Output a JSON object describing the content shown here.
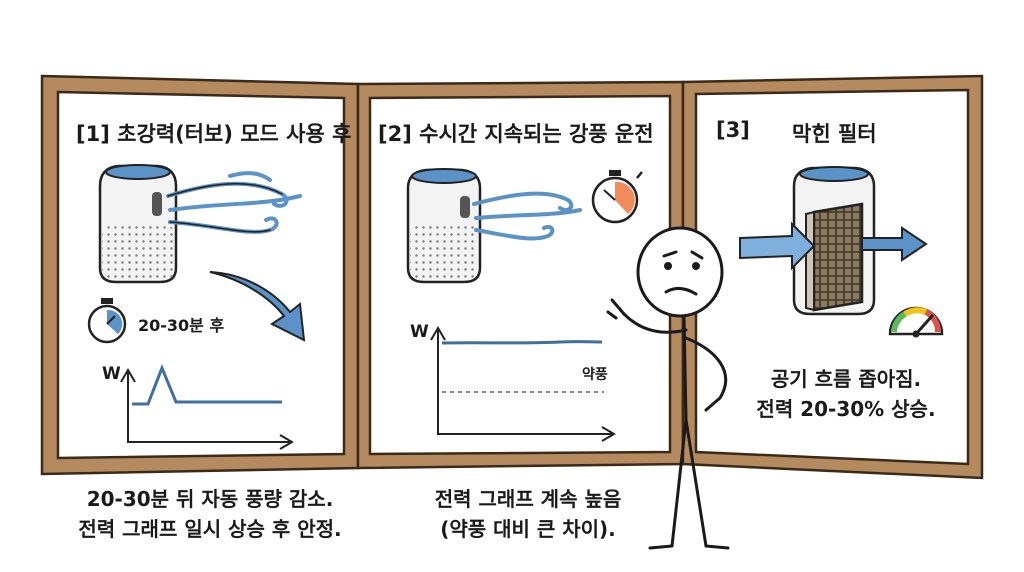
{
  "panels": [
    {
      "title": "[1] 초강력(터보) 모드 사용 후",
      "timer_text": "20-30분 후",
      "axis_label": "W",
      "caption_lines": [
        "20-30분 뒤 자동 풍량 감소.",
        "전력 그래프 일시 상승 후 안정."
      ]
    },
    {
      "title": "[2] 수시간 지속되는 강풍 운전",
      "axis_label": "W",
      "reference_label": "약풍",
      "caption_lines": [
        "전력 그래프 계속 높음",
        "(약풍 대비 큰 차이)."
      ]
    },
    {
      "title_number": "[3]",
      "title": "막힌 필터",
      "caption_lines": [
        "공기 흐름 좁아짐.",
        "전력 20-30% 상승."
      ]
    }
  ],
  "colors": {
    "frame": "#b48a5e",
    "frame_dark": "#7a5a38",
    "accent_blue": "#5b93c9",
    "line": "#1f1f1f",
    "gauge_red": "#d9534f",
    "gauge_yellow": "#f0c419",
    "gauge_green": "#5cb85c",
    "timer_orange": "#f28b5b"
  },
  "icons": [
    "air-purifier-icon",
    "wind-icon",
    "stopwatch-icon",
    "arrow-icon",
    "filter-icon",
    "gauge-icon",
    "stick-figure-icon"
  ]
}
